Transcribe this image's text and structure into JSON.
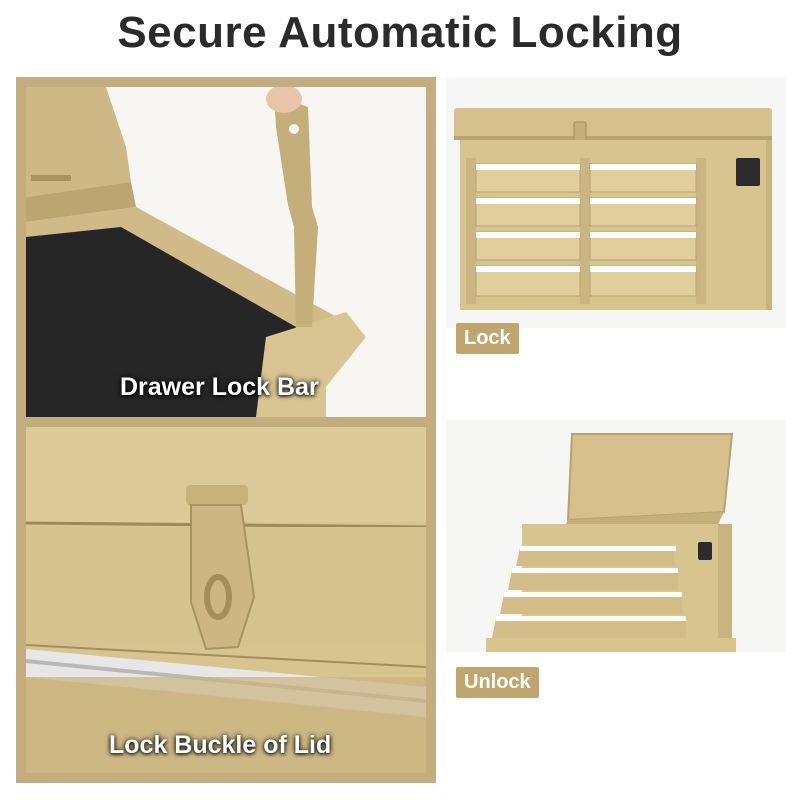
{
  "title": "Secure Automatic Locking",
  "panels": {
    "lock_bar_caption": "Drawer Lock Bar",
    "buckle_caption": "Lock Buckle of Lid"
  },
  "labels": {
    "lock": "Lock",
    "unlock": "Unlock"
  },
  "colors": {
    "tan": "#d8c48f",
    "tag": "#bfa66f",
    "frame": "#c3ad7e"
  }
}
